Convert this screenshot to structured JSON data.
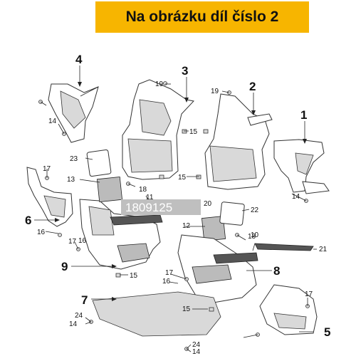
{
  "banner": {
    "text": "Na obrázku díl číslo 2"
  },
  "watermark": {
    "text": "1809125"
  },
  "callouts": {
    "c1": "1",
    "c2": "2",
    "c3": "3",
    "c4": "4",
    "c5": "5",
    "c6": "6",
    "c7": "7",
    "c8": "8",
    "c9": "9",
    "c10": "10",
    "c11": "11",
    "c12": "12",
    "c13": "13",
    "c14a": "14",
    "c14b": "14",
    "c14c": "14",
    "c14d": "14",
    "c15a": "15",
    "c15b": "15",
    "c15c": "15",
    "c15d": "15",
    "c16a": "16",
    "c16b": "16",
    "c17a": "17",
    "c17b": "17",
    "c17c": "17",
    "c17d": "17",
    "c18a": "18",
    "c18b": "18",
    "c19a": "19",
    "c19b": "19",
    "c20": "20",
    "c21": "21",
    "c22": "22",
    "c23": "23",
    "c24a": "24",
    "c24b": "24"
  },
  "colors": {
    "banner": "#f7b500",
    "watermark_bg": "#bfbfbf"
  }
}
